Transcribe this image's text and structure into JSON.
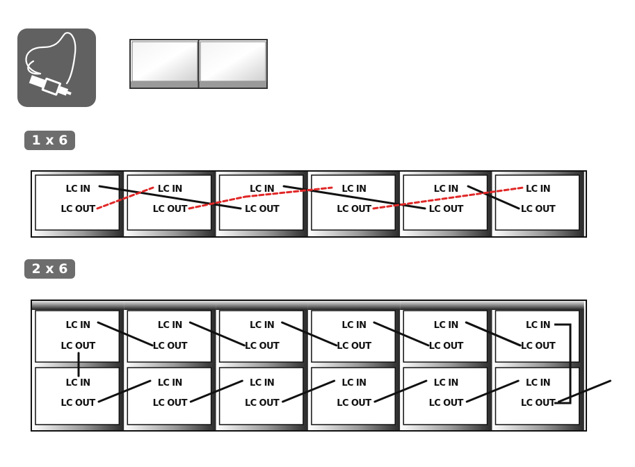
{
  "badges": {
    "row1": "1 x 6",
    "row2": "2 x 6"
  },
  "labels": {
    "in": "LC IN",
    "out": "LC OUT"
  },
  "icons": {
    "cable": "cable-connector-icon",
    "screens": "two-monitor-icon"
  },
  "colors": {
    "badge": "#6d6d6d",
    "icon_bg": "#616161",
    "cable_solid": "#111111",
    "cable_dashed": "#e02727"
  },
  "wall_1x6": {
    "rows": 1,
    "cols": 6
  },
  "wall_2x6": {
    "rows": 2,
    "cols": 6
  }
}
